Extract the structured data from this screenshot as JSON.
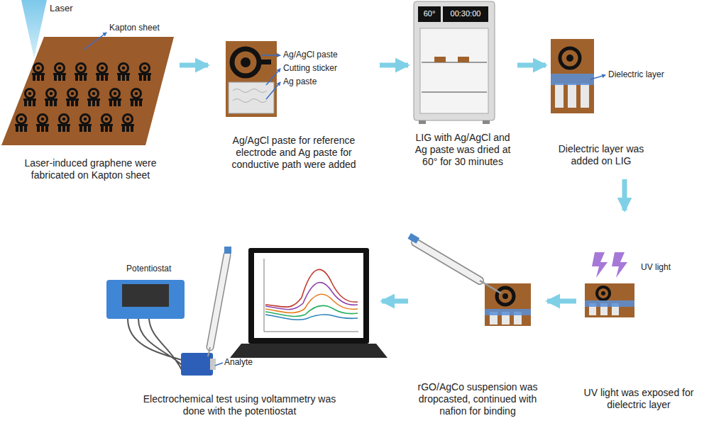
{
  "diagram": {
    "nodes": [
      {
        "text": [
          "Laser-induced graphene were fabricated on Kapton sheet"
        ]
      },
      {
        "text": [
          "Ag/AgCl paste for reference electrode and Ag paste for conductive path were added"
        ]
      },
      {
        "text": [
          "LIG with Ag/AgCl and Ag paste was dried at 60° for 30 minutes"
        ]
      },
      {
        "text": [
          "Dielectric layer was added on LIG"
        ]
      },
      {
        "text": [
          "UV light was exposed for dielectric layer"
        ]
      },
      {
        "text": [
          "rGO/AgCo suspension was dropcasted, continued with nafion for binding"
        ]
      },
      {
        "text": [
          "Electrochemical test using voltammetry was done with the potentiostat"
        ]
      }
    ],
    "edges": [
      {
        "from": 0,
        "to": 1,
        "arrow": "to"
      },
      {
        "from": 1,
        "to": 2,
        "arrow": "to"
      },
      {
        "from": 2,
        "to": 3,
        "arrow": "to"
      },
      {
        "from": 3,
        "to": 4,
        "arrow": "to"
      },
      {
        "from": 4,
        "to": 5,
        "arrow": "to"
      },
      {
        "from": 5,
        "to": 6,
        "arrow": "to"
      }
    ],
    "labels": [
      "Laser",
      "Kapton sheet",
      "Ag/AgCl paste",
      "Cutting sticker",
      "Ag paste",
      "60°",
      "00:30:00",
      "Dielectric layer",
      "UV light",
      "Potentiostat",
      "Analyte"
    ]
  }
}
